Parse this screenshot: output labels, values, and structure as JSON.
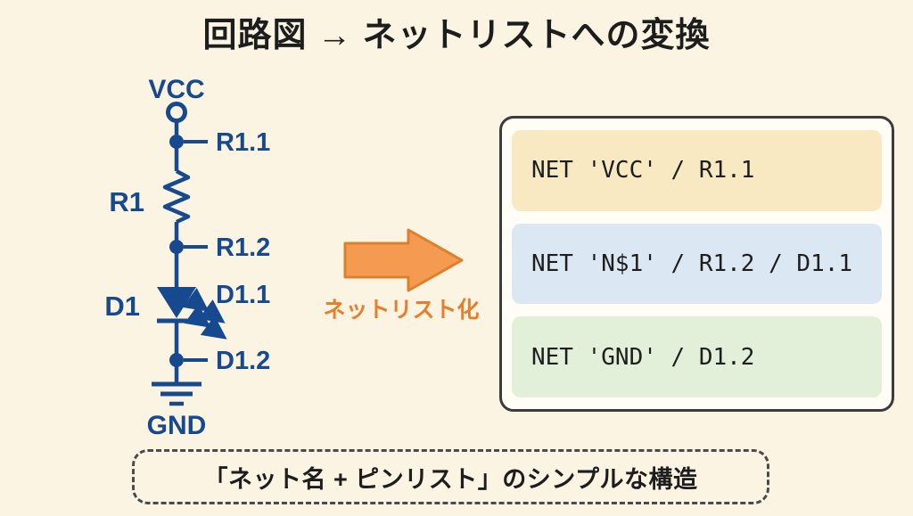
{
  "title": "回路図 → ネットリストへの変換",
  "circuit": {
    "vcc_label": "VCC",
    "gnd_label": "GND",
    "resistor_label": "R1",
    "diode_label": "D1",
    "pins": {
      "r1_1": "R1.1",
      "r1_2": "R1.2",
      "d1_1": "D1.1",
      "d1_2": "D1.2"
    }
  },
  "arrow": {
    "label": "ネットリスト化"
  },
  "netlist": {
    "rows": [
      {
        "text": "NET 'VCC' / R1.1",
        "bg": "#f9e9c3"
      },
      {
        "text": "NET 'N$1' / R1.2 / D1.1",
        "bg": "#dbe7f3"
      },
      {
        "text": "NET 'GND' / D1.2",
        "bg": "#e2efd9"
      }
    ]
  },
  "footer": {
    "text": "「ネット名 + ピンリスト」のシンプルな構造"
  },
  "colors": {
    "background": "#fbf4e3",
    "circuit_blue": "#17498f",
    "arrow_fill": "#f59b51",
    "arrow_border": "#dd7f2b",
    "arrow_label_orange": "#e87e2a",
    "box_border": "#3b3b3b",
    "row_yellow": "#f9e9c3",
    "row_blue": "#dbe7f3",
    "row_green": "#e2efd9"
  }
}
